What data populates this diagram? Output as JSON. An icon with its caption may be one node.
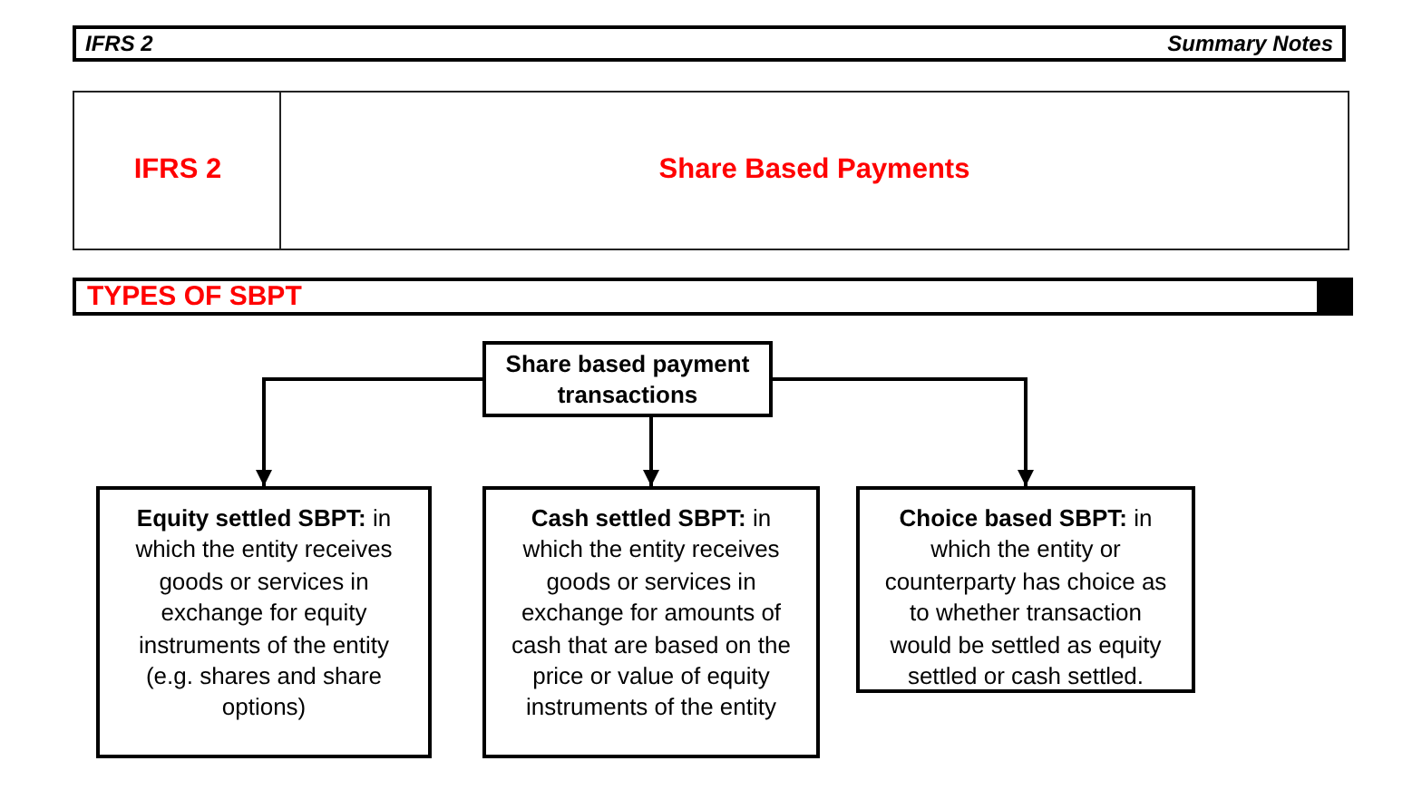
{
  "diagram": {
    "nodes": [
      {
        "text": [
          "IFRS 2",
          "Summary Notes"
        ]
      },
      {
        "text": [
          "IFRS 2"
        ]
      },
      {
        "text": [
          "Share Based Payments"
        ]
      },
      {
        "text": [
          "TYPES OF SBPT"
        ]
      },
      {
        "text": [
          "Share based payment transactions"
        ]
      },
      {
        "text": [
          "**Equity settled SBPT:** in which the entity receives goods or services in exchange for equity instruments of the entity (e.g. shares and share options)"
        ]
      },
      {
        "text": [
          "**Cash settled SBPT:** in which the entity receives goods or services in exchange for amounts of cash that are based on the price or value of equity instruments of the entity"
        ]
      },
      {
        "text": [
          "**Choice based SBPT:** in which the entity or counterparty has choice as to whether transaction would be settled as equity settled or cash settled."
        ]
      }
    ],
    "edges": [
      {
        "from": 4,
        "to": 5,
        "arrow": "to"
      },
      {
        "from": 4,
        "to": 6,
        "arrow": "to"
      },
      {
        "from": 4,
        "to": 7,
        "arrow": "to"
      }
    ]
  }
}
